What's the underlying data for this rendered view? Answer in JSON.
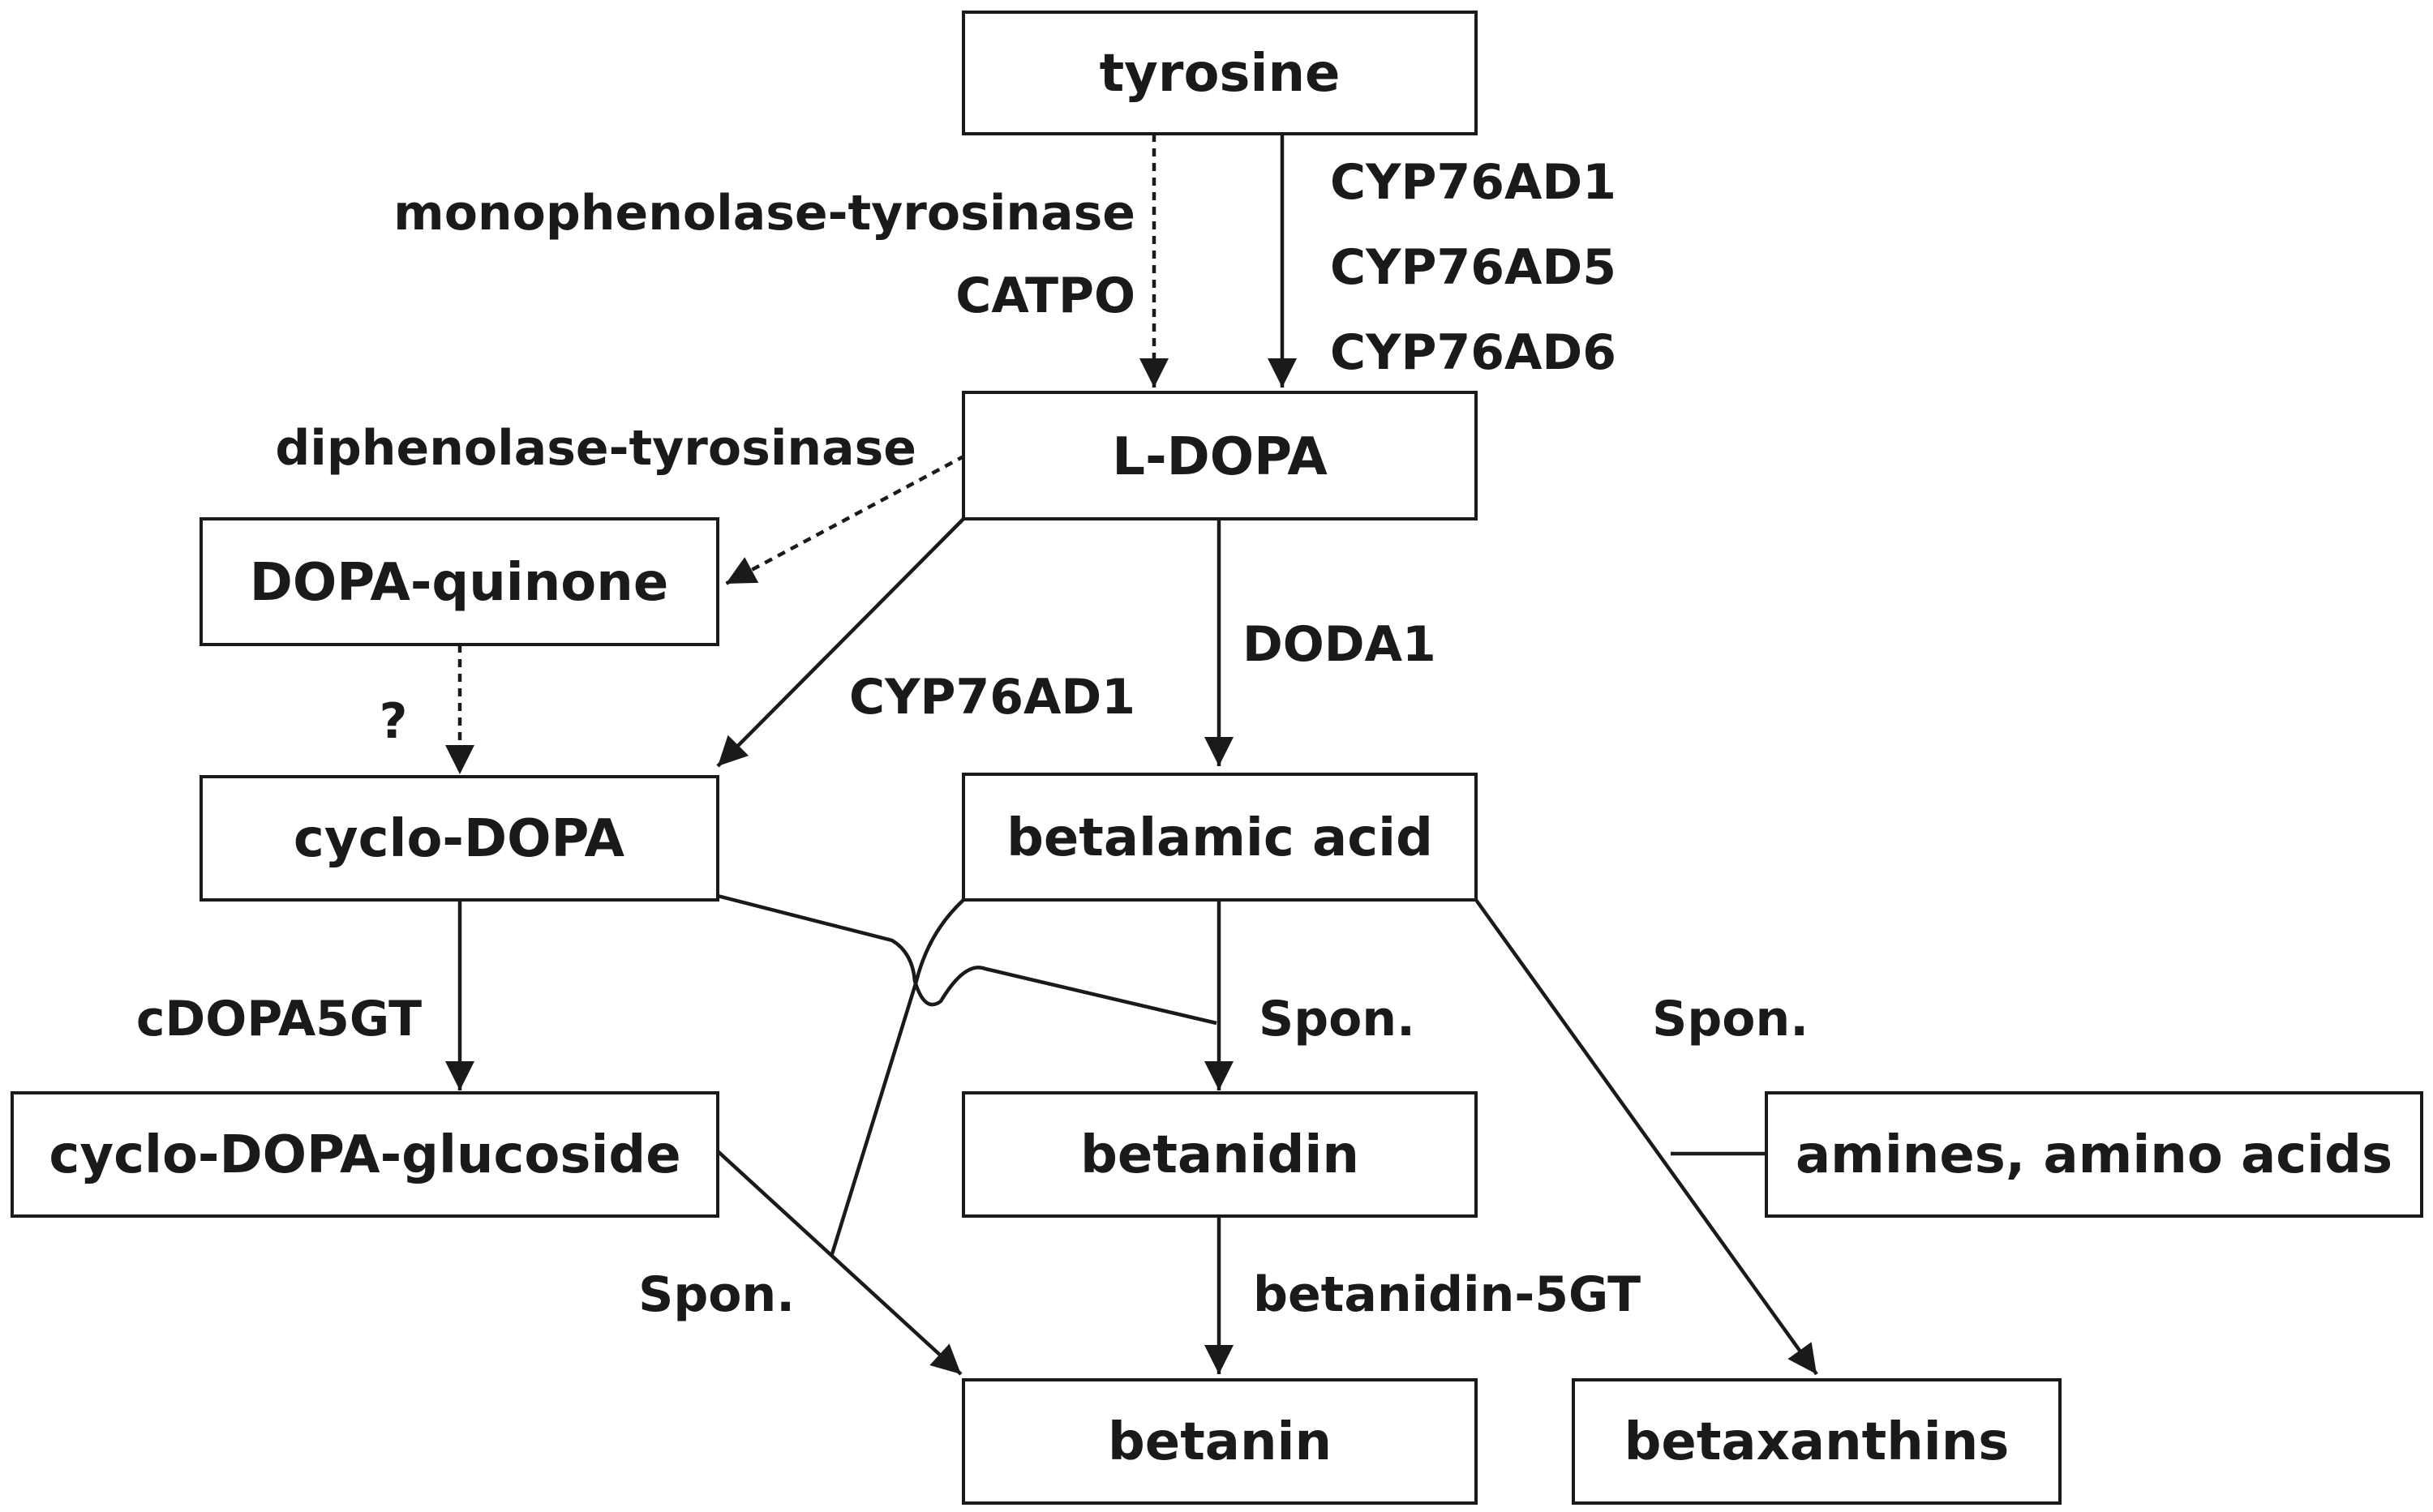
{
  "nodes": {
    "tyrosine": "tyrosine",
    "ldopa": "L-DOPA",
    "dopaquinone": "DOPA-quinone",
    "cyclodopa": "cyclo-DOPA",
    "betalamic": "betalamic acid",
    "cdopaglucoside": "cyclo-DOPA-glucoside",
    "betanidin": "betanidin",
    "amines": "amines, amino acids",
    "betanin": "betanin",
    "betaxanthins": "betaxanthins"
  },
  "enzymes": {
    "monophenolase": "monophenolase-tyrosinase",
    "catpo": "CATPO",
    "cyp1": "CYP76AD1",
    "cyp5": "CYP76AD5",
    "cyp6": "CYP76AD6",
    "diphenolase": "diphenolase-tyrosinase",
    "unknown": "?",
    "cyp1_cyclo": "CYP76AD1",
    "doda1": "DODA1",
    "cdopa5gt": "cDOPA5GT",
    "spon_betanidin": "Spon.",
    "spon_betaxanthins": "Spon.",
    "spon_betanin": "Spon.",
    "betanidin5gt": "betanidin-5GT"
  }
}
